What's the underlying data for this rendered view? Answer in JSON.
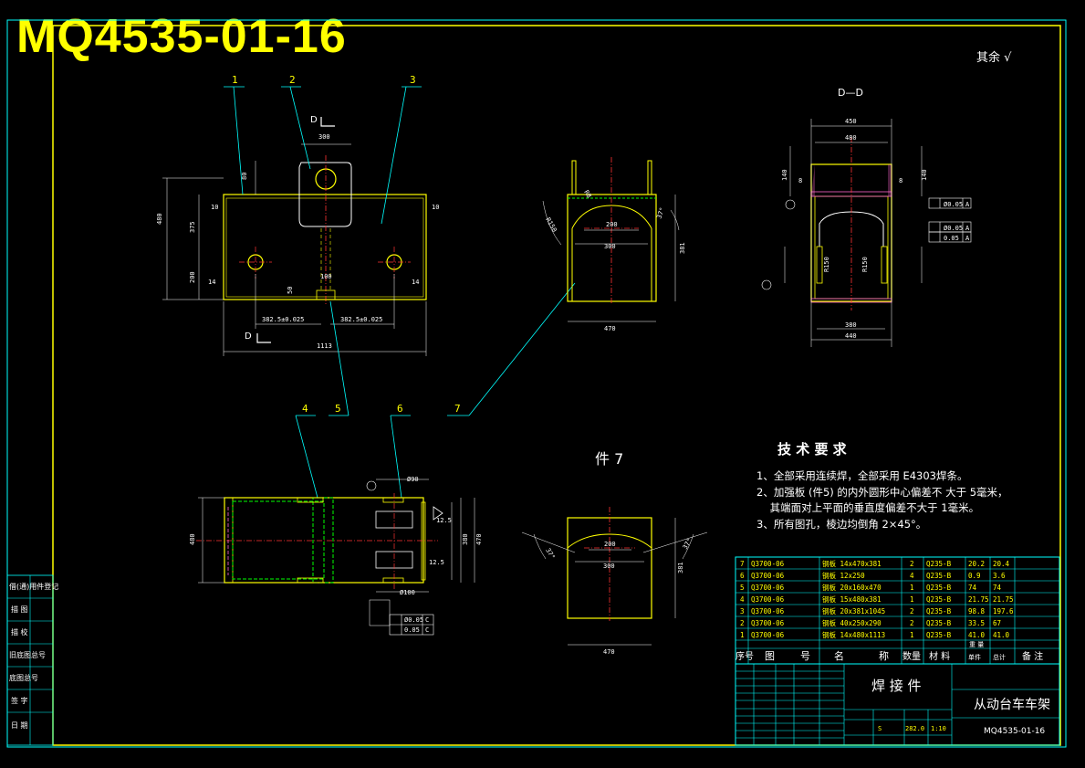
{
  "title": "MQ4535-01-16",
  "top_right_note": "其余 √",
  "section_label": "D—D",
  "view_marker_top": "D",
  "view_marker_bottom": "D",
  "part_view_title": "件 7",
  "balloons": [
    "1",
    "2",
    "3",
    "4",
    "5",
    "6",
    "7"
  ],
  "dims": {
    "front": [
      "300",
      "80",
      "480",
      "375",
      "200",
      "1113",
      "10",
      "10",
      "14",
      "14",
      "100",
      "50",
      "382.5±0.025",
      "382.5±0.025"
    ],
    "side": [
      "200",
      "300",
      "470",
      "381",
      "R8",
      "37°",
      "R150"
    ],
    "section": [
      "450",
      "480",
      "380",
      "440",
      "140",
      "140",
      "8",
      "8",
      "R150",
      "R150"
    ],
    "plan": [
      "480",
      "470",
      "380",
      "12.5",
      "12.5",
      "Ø90",
      "Ø100"
    ],
    "part7": [
      "200",
      "300",
      "470",
      "381",
      "37°",
      "37°"
    ],
    "tolerances": [
      "Ø0.05",
      "A",
      "Ø0.05",
      "A",
      "0.05",
      "A",
      "Ø0.05",
      "C",
      "0.05",
      "C"
    ]
  },
  "tech": {
    "heading": "技 术 要 求",
    "lines": [
      "1、全部采用连续焊，全部采用 E4303焊条。",
      "2、加强板 (件5) 的内外圆形中心偏差不 大于 5毫米，",
      "    其端面对上平面的垂直度偏差不大于 1毫米。",
      "3、所有图孔，棱边均倒角 2×45°。"
    ]
  },
  "bom": {
    "rows": [
      [
        "7",
        "Q3700-06",
        "钢板 14x470x381",
        "2",
        "Q235-B",
        "20.2",
        "20.4"
      ],
      [
        "6",
        "Q3700-06",
        "钢板 12x250",
        "4",
        "Q235-B",
        "0.9",
        "3.6"
      ],
      [
        "5",
        "Q3700-06",
        "钢板 20x160x470",
        "1",
        "Q235-B",
        "74",
        "74"
      ],
      [
        "4",
        "Q3700-06",
        "钢板 15x480x381",
        "1",
        "Q235-B",
        "21.75",
        "21.75"
      ],
      [
        "3",
        "Q3700-06",
        "钢板 20x381x1045",
        "2",
        "Q235-B",
        "98.8",
        "197.6"
      ],
      [
        "2",
        "Q3700-06",
        "钢板 40x250x290",
        "2",
        "Q235-B",
        "33.5",
        "67"
      ],
      [
        "1",
        "Q3700-06",
        "钢板 14x480x1113",
        "1",
        "Q235-B",
        "41.0",
        "41.0"
      ]
    ],
    "header": [
      "序号",
      "图",
      "号",
      "名",
      "称",
      "数量",
      "材 料",
      "单件",
      "总计",
      "备 注"
    ],
    "weight_label": "重 量"
  },
  "title_block": {
    "part_name": "焊 接 件",
    "assembly_name": "从动台车车架",
    "drawing_no": "MQ4535-01-16",
    "weight": "282.0",
    "scale": "1:10",
    "stage_label": "S",
    "left_labels": [
      "借(通)用件登记",
      "描 图",
      "描 校",
      "旧底图总号",
      "底图总号",
      "签 字",
      "日 期"
    ]
  }
}
